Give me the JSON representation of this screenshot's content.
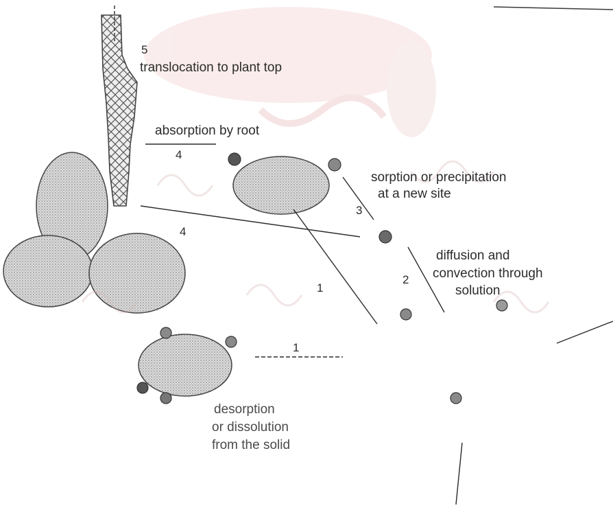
{
  "steps": {
    "desorption": {
      "number": "1",
      "line1": "desorption",
      "line2": "or dissolution",
      "line3": "from the solid"
    },
    "diffusion": {
      "number": "2",
      "line1": "diffusion and",
      "line2": "convection through",
      "line3": "solution"
    },
    "sorption": {
      "number": "3",
      "line1": "sorption or precipitation",
      "line2": "at a new site"
    },
    "absorption": {
      "number": "4",
      "label": "absorption by root"
    },
    "translocation": {
      "number": "5",
      "label": "translocation to plant top"
    }
  },
  "extra_numbers": {
    "return_to_particle": "1",
    "second_absorption": "4"
  },
  "colors": {
    "ink": "#2b2b2b",
    "particle_fill": "#d4d4d4",
    "ion_fill": "#6a6a6a",
    "watermark": "#f6dede"
  }
}
